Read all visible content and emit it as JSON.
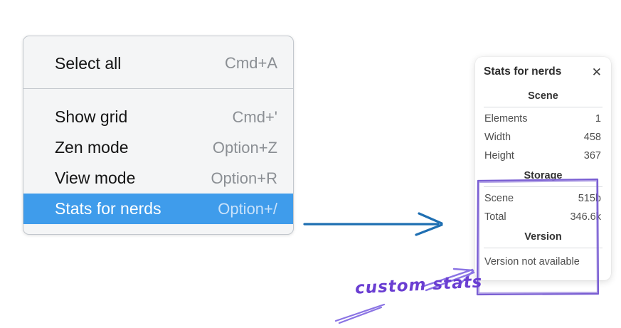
{
  "menu": {
    "items": [
      {
        "label": "Select all",
        "shortcut": "Cmd+A",
        "selected": false
      },
      {
        "label": "Show grid",
        "shortcut": "Cmd+'",
        "selected": false
      },
      {
        "label": "Zen mode",
        "shortcut": "Option+Z",
        "selected": false
      },
      {
        "label": "View mode",
        "shortcut": "Option+R",
        "selected": false
      },
      {
        "label": "Stats for nerds",
        "shortcut": "Option+/",
        "selected": true
      }
    ],
    "highlight_color": "#3f9ceb"
  },
  "stats_panel": {
    "title": "Stats for nerds",
    "close_glyph": "✕",
    "sections": [
      {
        "heading": "Scene",
        "rows": [
          [
            "Elements",
            "1"
          ],
          [
            "Width",
            "458"
          ],
          [
            "Height",
            "367"
          ]
        ]
      },
      {
        "heading": "Storage",
        "rows": [
          [
            "Scene",
            "515b"
          ],
          [
            "Total",
            "346.6k"
          ]
        ]
      },
      {
        "heading": "Version",
        "rows": [],
        "note": "Version not available"
      }
    ]
  },
  "annotation": {
    "label": "custom stats",
    "text_color": "#6a3ed2",
    "arrow_color": "#8b74e4",
    "box_color": "#7a5fd3"
  },
  "flow_arrow": {
    "color": "#1f6fb2"
  }
}
